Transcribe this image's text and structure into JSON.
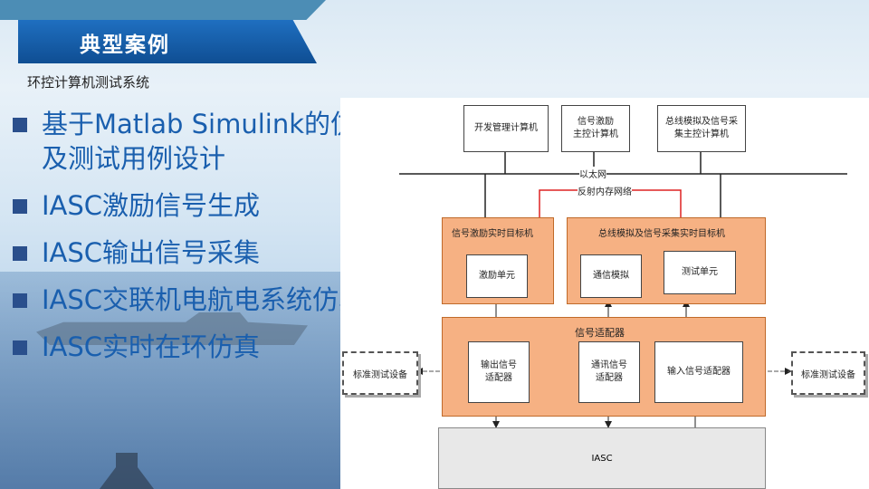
{
  "header": {
    "title": "典型案例",
    "subtitle": "环控计算机测试系统"
  },
  "bullets": [
    "基于Matlab Simulink的仿真模型及测试用例设计",
    "IASC激励信号生成",
    "IASC输出信号采集",
    "IASC交联机电航电系统仿真",
    "IASC实时在环仿真"
  ],
  "diagram": {
    "top_boxes": [
      "开发管理计算机",
      "信号激励\n主控计算机",
      "总线模拟及信号采\n集主控计算机"
    ],
    "ethernet_label": "以太网",
    "reflective_label": "反射内存网络",
    "left_target": {
      "title": "信号激励实时目标机",
      "unit": "激励单元"
    },
    "right_target": {
      "title": "总线模拟及信号采集实时目标机",
      "comm": "通信模拟",
      "test": "测试单元"
    },
    "adapter": {
      "title": "信号适配器",
      "out": "输出信号\n适配器",
      "comm": "通讯信号\n适配器",
      "in": "输入信号适配器"
    },
    "std_left": "标准测试设备",
    "std_right": "标准测试设备",
    "iasc": "IASC"
  }
}
